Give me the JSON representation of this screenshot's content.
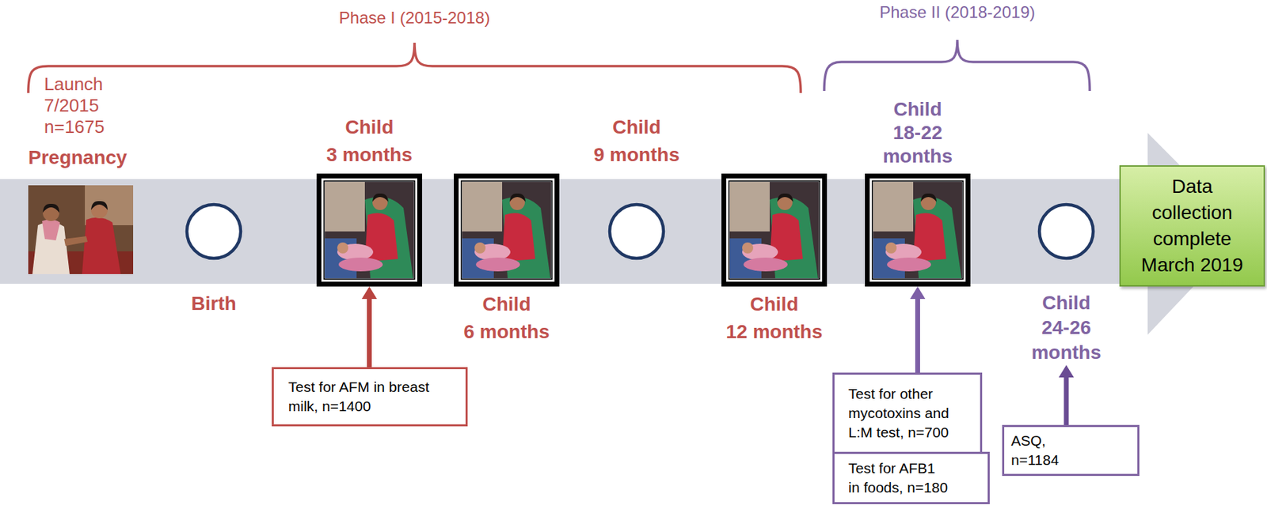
{
  "diagram": {
    "nodes": [
      {
        "text": [
          "Pregnancy"
        ]
      },
      {
        "text": [
          "Birth"
        ]
      },
      {
        "text": [
          "Child 3 months"
        ]
      },
      {
        "text": [
          "Child 6 months"
        ]
      },
      {
        "text": [
          "Child 9 months"
        ]
      },
      {
        "text": [
          "Child 12 months"
        ]
      },
      {
        "text": [
          "Child 18-22 months"
        ]
      },
      {
        "text": [
          "Child 24-26 months"
        ]
      },
      {
        "text": [
          "Data collection complete March 2019"
        ]
      },
      {
        "text": [
          "Test for AFM in breast milk, n=1400"
        ]
      },
      {
        "text": [
          "Test for other mycotoxins and L:M test, n=700"
        ]
      },
      {
        "text": [
          "Test for AFB1 in foods, n=180"
        ]
      },
      {
        "text": [
          "ASQ, n=1184"
        ]
      }
    ],
    "edges": [
      {
        "from": 9,
        "to": 2,
        "arrow": "to"
      },
      {
        "from": 10,
        "to": 6,
        "arrow": "to"
      },
      {
        "from": 12,
        "to": 7,
        "arrow": "to"
      }
    ],
    "labels": [
      "Phase I (2015-2018)",
      "Phase II (2018-2019)",
      "Launch 7/2015 n=1675"
    ]
  }
}
